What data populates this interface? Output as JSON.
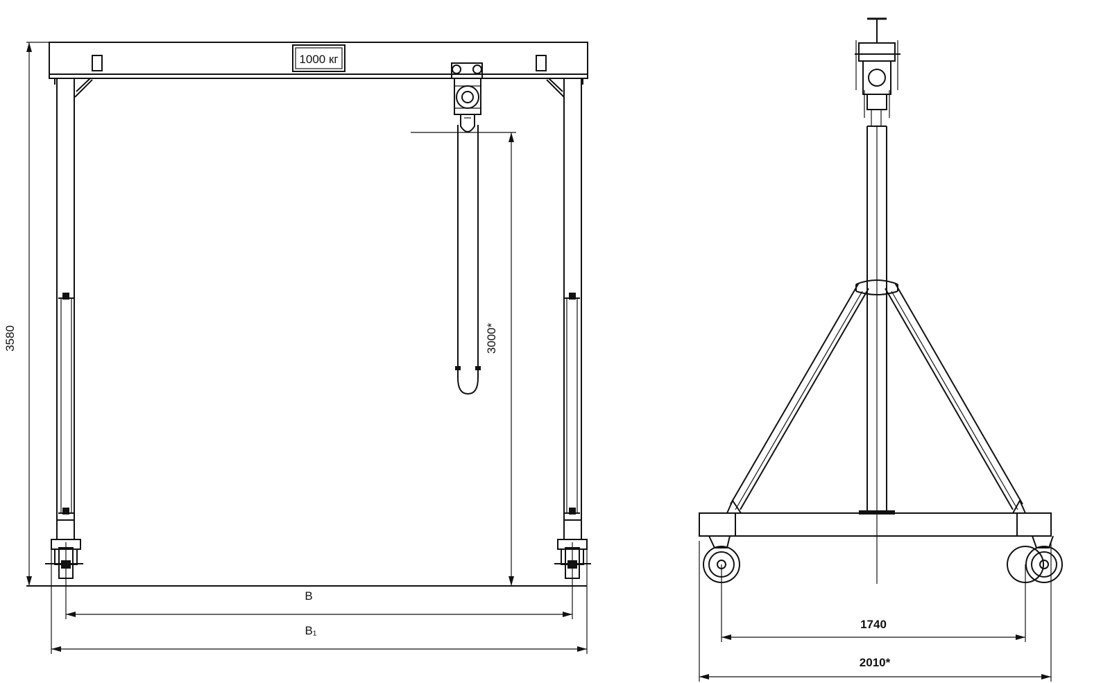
{
  "front_view": {
    "capacity_label": "1000 кг",
    "height_dim": "3580",
    "lift_dim": "3000*",
    "span_inner_label": "B",
    "span_outer_label": "B₁"
  },
  "side_view": {
    "wheelbase_dim": "1740",
    "overall_width_dim": "2010*"
  }
}
